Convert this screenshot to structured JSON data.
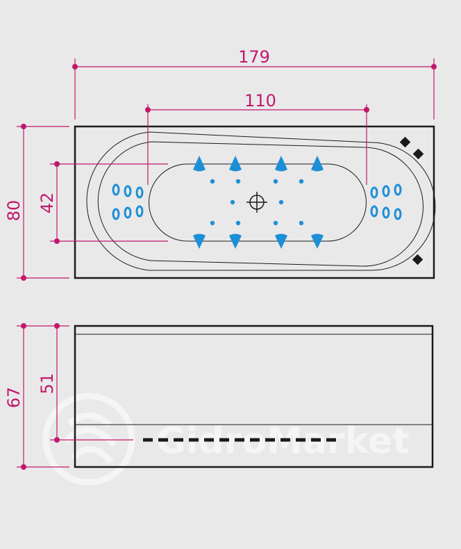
{
  "colors": {
    "background": "#e9e9ea",
    "dimension": "#c2186b",
    "outline": "#1a1a1a",
    "jets": "#1d8fd6",
    "watermark": "#ffffff"
  },
  "top_view": {
    "length_label": "179",
    "inner_length_label": "110",
    "width_label": "80",
    "inner_width_label": "42"
  },
  "side_view": {
    "height_label": "67",
    "inner_height_label": "51"
  },
  "watermark": {
    "text": "GidroMarket",
    "logo_icon": "swirl-logo-icon"
  },
  "icons": {
    "jet": "ellipse-jet-icon",
    "nozzle": "triangle-nozzle-icon",
    "drain": "crosshair-drain-icon",
    "control": "diamond-control-icon"
  }
}
